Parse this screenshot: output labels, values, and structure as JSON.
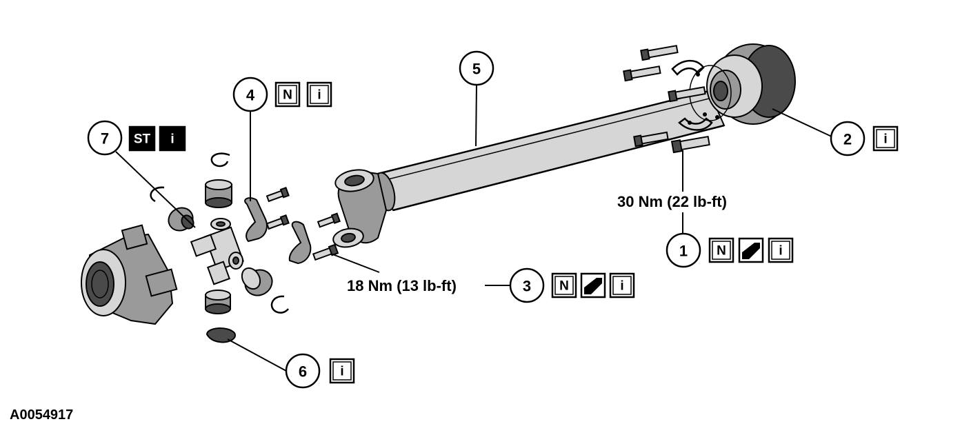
{
  "figure_id": "A0054917",
  "callouts": [
    {
      "num": "1",
      "badges": [
        "N",
        "torque-wrench",
        "i"
      ]
    },
    {
      "num": "2",
      "badges": [
        "i"
      ]
    },
    {
      "num": "3",
      "badges": [
        "N",
        "torque-wrench",
        "i"
      ]
    },
    {
      "num": "4",
      "badges": [
        "N",
        "i"
      ]
    },
    {
      "num": "5",
      "badges": []
    },
    {
      "num": "6",
      "badges": [
        "i"
      ]
    },
    {
      "num": "7",
      "badges": [
        "ST",
        "i"
      ]
    }
  ],
  "torque_labels": {
    "item1": "30 Nm (22 lb-ft)",
    "item3": "18 Nm (13 lb-ft)"
  },
  "badge_text": {
    "N": "N",
    "i": "i",
    "ST": "ST"
  },
  "colors": {
    "ink": "#000000",
    "paper": "#ffffff",
    "shade": "#9a9a9a",
    "dark": "#4a4a4a"
  }
}
